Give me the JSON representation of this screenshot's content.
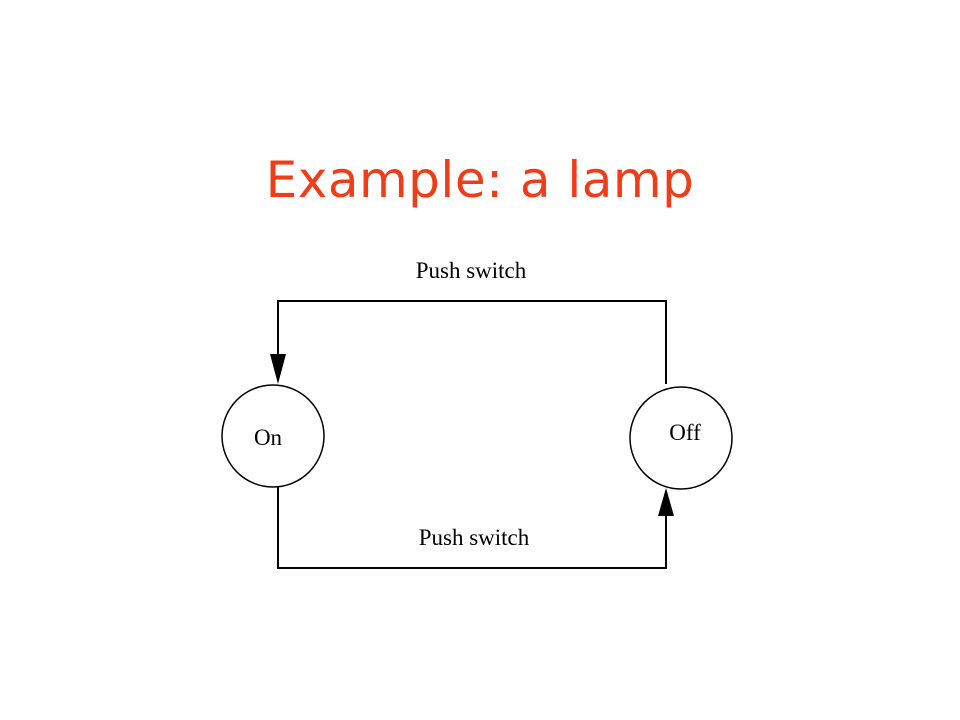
{
  "slide": {
    "title": "Example: a lamp",
    "title_color": "#f23c18"
  },
  "diagram": {
    "states": [
      {
        "id": "on",
        "label": "On"
      },
      {
        "id": "off",
        "label": "Off"
      }
    ],
    "transitions": [
      {
        "from": "off",
        "to": "on",
        "label": "Push switch"
      },
      {
        "from": "on",
        "to": "off",
        "label": "Push switch"
      }
    ]
  }
}
